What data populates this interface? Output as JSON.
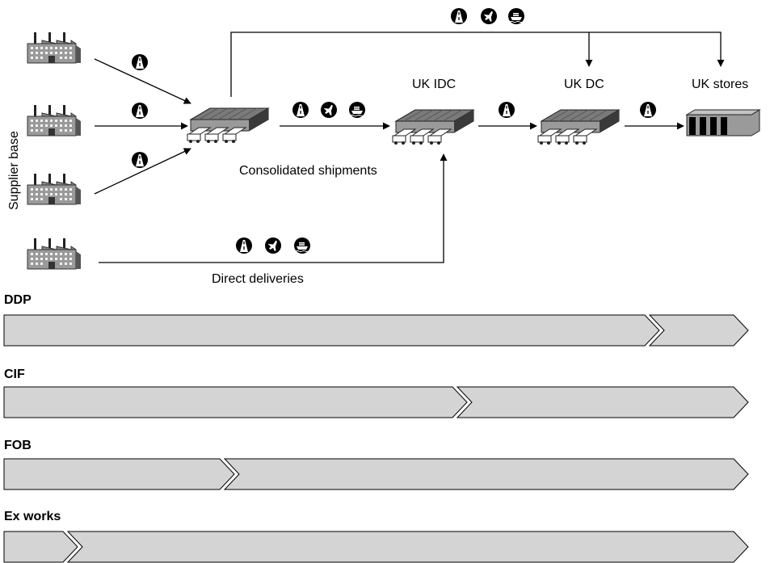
{
  "labels": {
    "supplier_base": "Supplier base",
    "consolidated": "Consolidated shipments",
    "direct": "Direct deliveries",
    "uk_idc": "UK IDC",
    "uk_dc": "UK DC",
    "uk_stores": "UK stores"
  },
  "transport_icons": {
    "road": "road-icon",
    "air": "air-icon",
    "sea": "sea-icon"
  },
  "incoterms": [
    {
      "name": "DDP"
    },
    {
      "name": "CIF"
    },
    {
      "name": "FOB"
    },
    {
      "name": "Ex works"
    }
  ],
  "colors": {
    "bar_fill": "#d4d4d4",
    "stroke": "#000000"
  }
}
